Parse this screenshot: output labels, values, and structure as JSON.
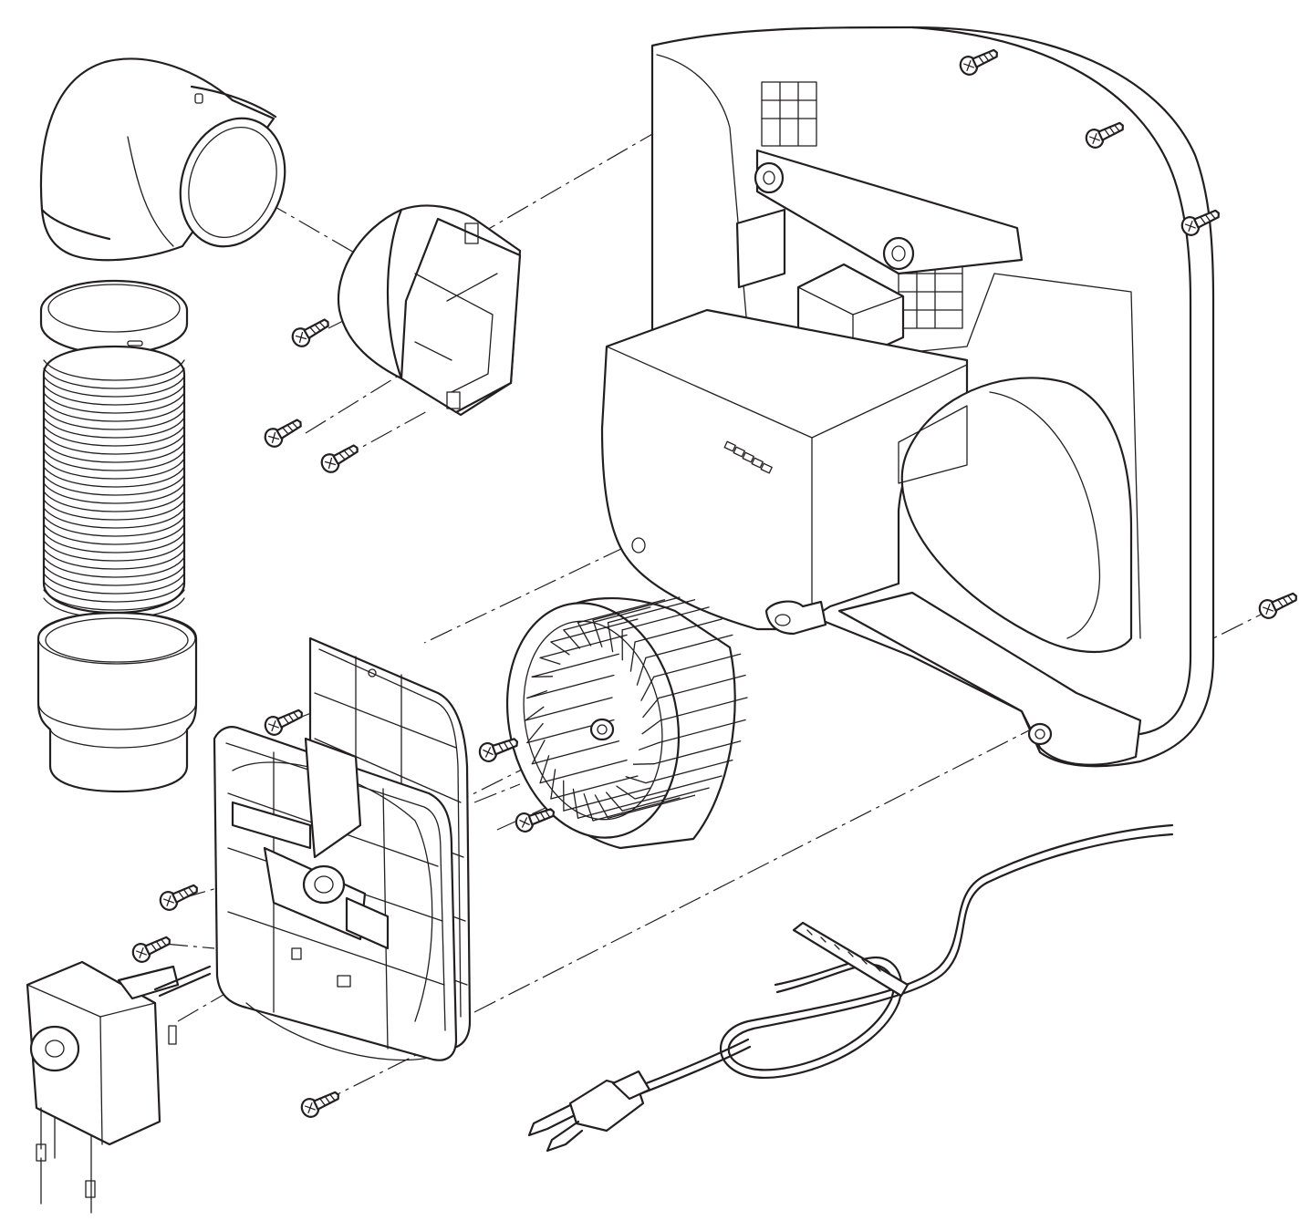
{
  "diagram": {
    "type": "exploded-parts-view",
    "colors": {
      "line": "#231f20",
      "background": "#ffffff",
      "part_fill": "#ffffff"
    },
    "parts": [
      "elbow-duct",
      "duct-ring-upper",
      "flexible-duct",
      "duct-collar-lower",
      "duct-adapter-with-damper",
      "blower-housing",
      "blower-wheel",
      "back-plate",
      "motor-mount-bracket",
      "motor",
      "power-cord-with-plug",
      "mounting-screws"
    ]
  }
}
